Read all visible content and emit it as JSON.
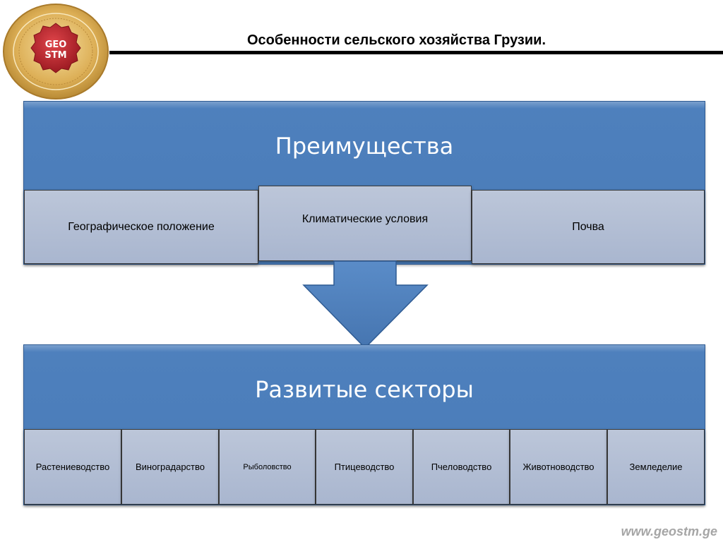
{
  "slide": {
    "title": "Особенности сельского хозяйства Грузии.",
    "footer": "www.geostm.ge"
  },
  "logo": {
    "text_line1": "GEO",
    "text_line2": "STM"
  },
  "advantages": {
    "heading": "Преимущества",
    "items": [
      {
        "label": "Географическое положение"
      },
      {
        "label": "Климатические условия"
      },
      {
        "label": "Почва"
      }
    ]
  },
  "sectors": {
    "heading": "Развитые  секторы",
    "items": [
      {
        "label": "Растениеводство"
      },
      {
        "label": "Виноградарство"
      },
      {
        "label": "Рыболовство"
      },
      {
        "label": "Птицеводство"
      },
      {
        "label": "Пчеловодство"
      },
      {
        "label": "Животноводство"
      },
      {
        "label": "Земледелие"
      }
    ]
  },
  "colors": {
    "panel_blue": "#4f81bd",
    "box_grey_blue": "#b4c0d6",
    "seal_gold": "#d8a94a",
    "seal_red": "#c0242c",
    "footer_grey": "#a6a6a6"
  }
}
